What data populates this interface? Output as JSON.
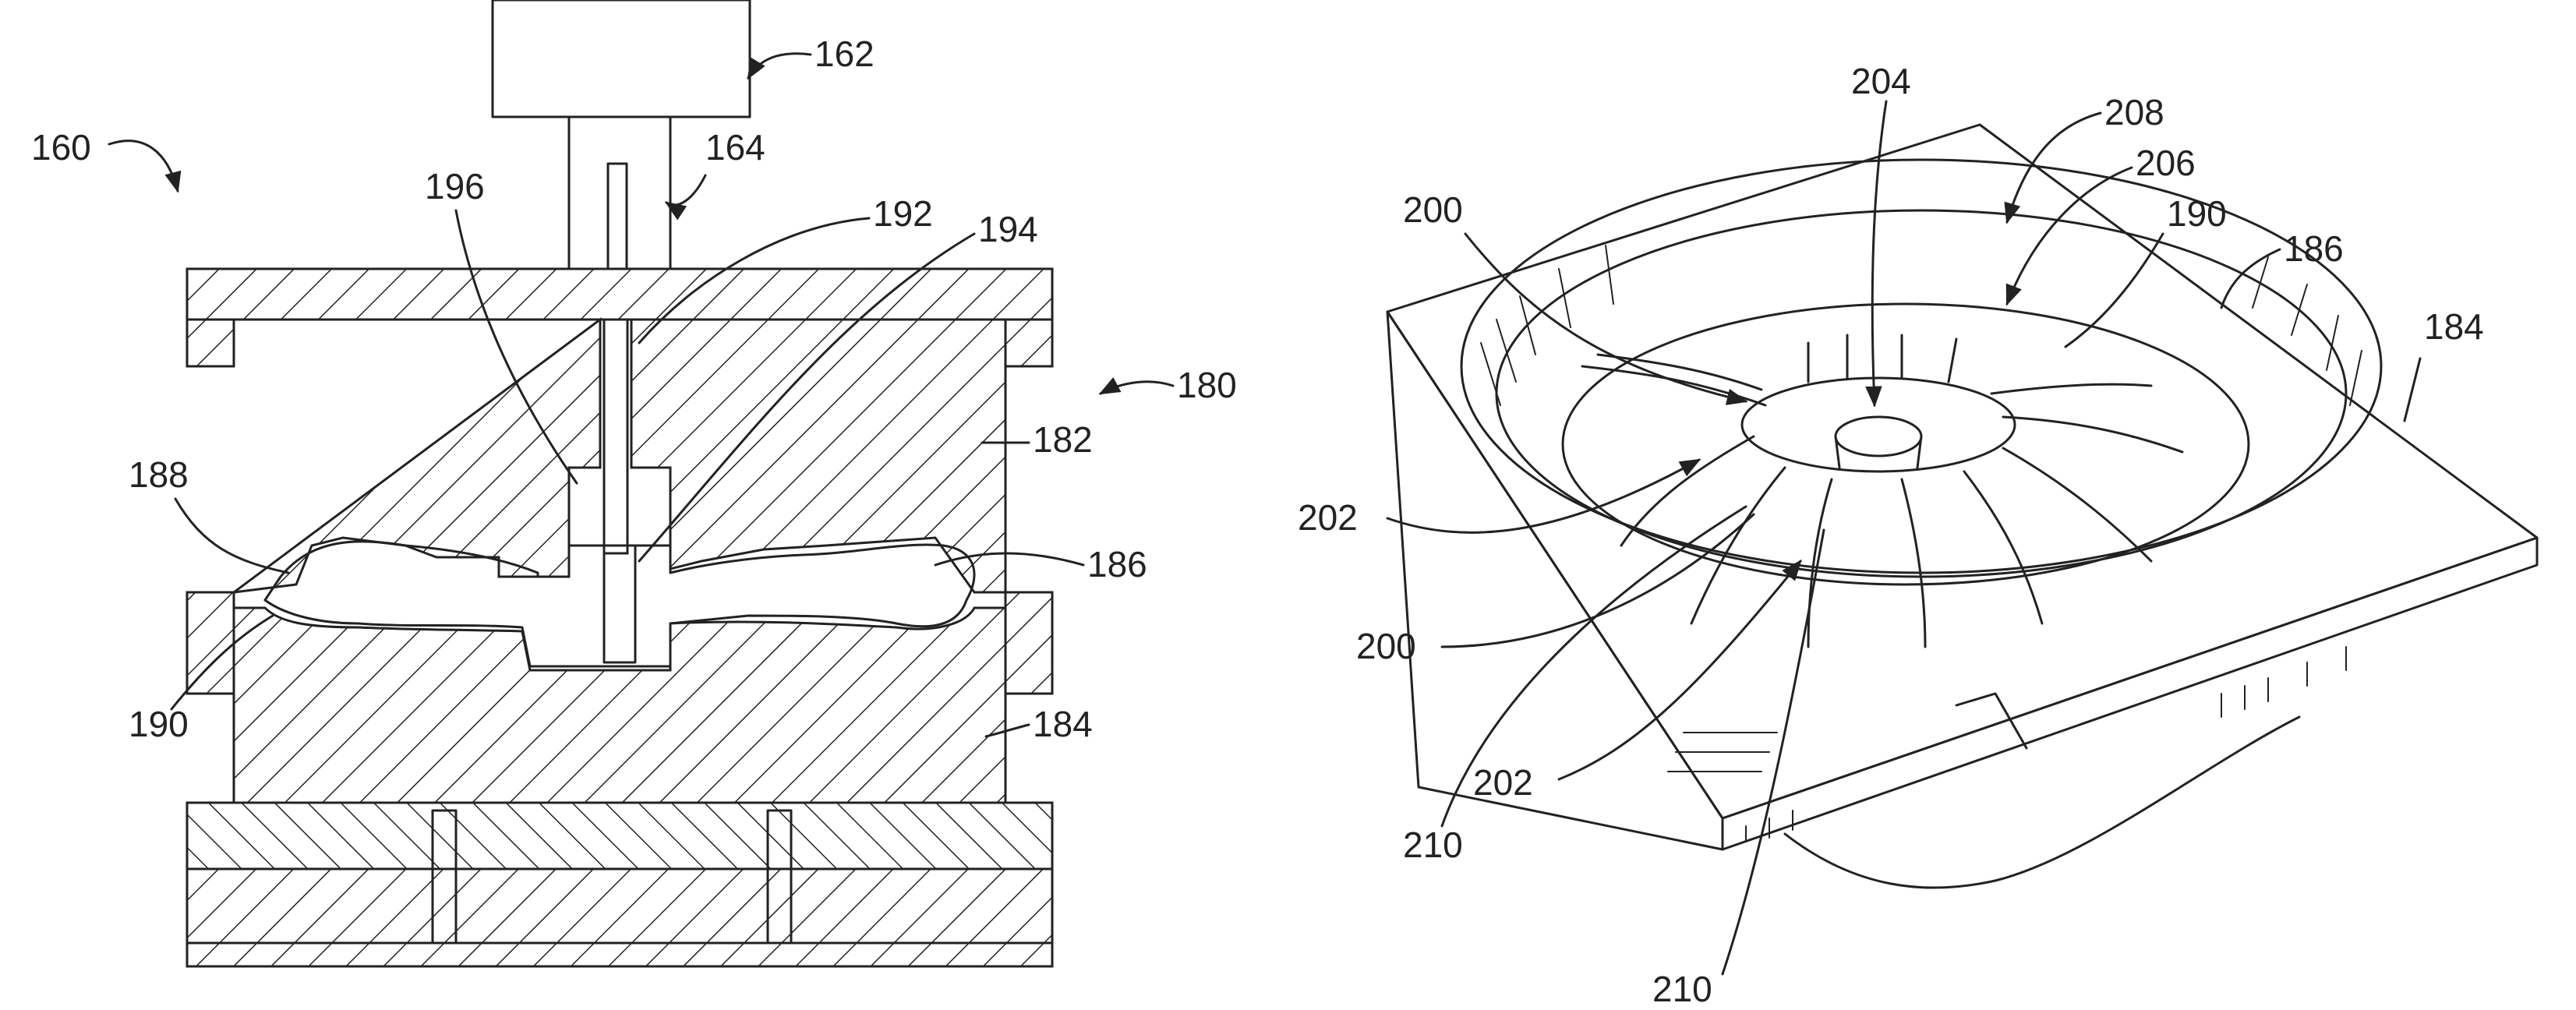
{
  "left_figure": {
    "labels": {
      "l160": "160",
      "l162": "162",
      "l164": "164",
      "l196": "196",
      "l192": "192",
      "l194": "194",
      "l180": "180",
      "l182": "182",
      "l188": "188",
      "l186": "186",
      "l190": "190",
      "l184": "184"
    }
  },
  "right_figure": {
    "labels": {
      "r204": "204",
      "r208": "208",
      "r206": "206",
      "r200a": "200",
      "r190": "190",
      "r186": "186",
      "r184": "184",
      "r202a": "202",
      "r200b": "200",
      "r210a": "210",
      "r202b": "202",
      "r210b": "210"
    }
  }
}
